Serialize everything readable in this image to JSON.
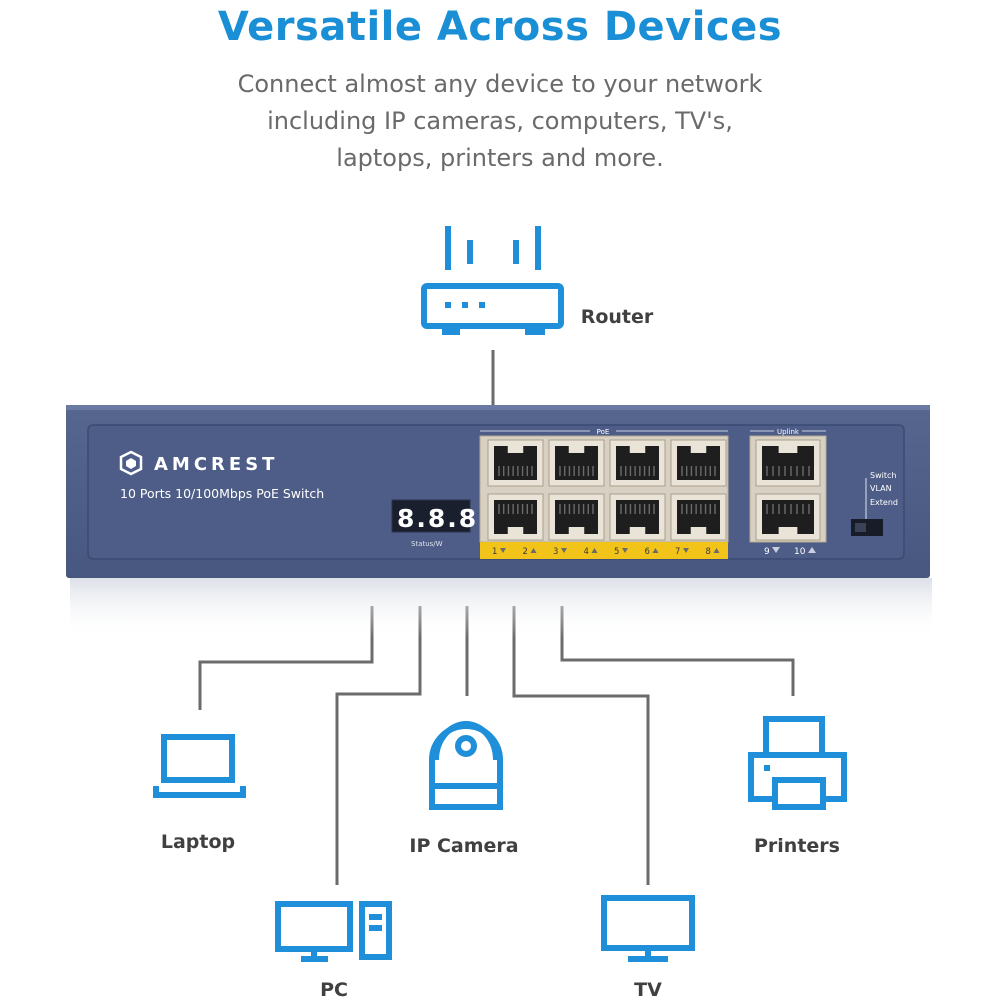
{
  "header": {
    "title": "Versatile Across Devices",
    "subtitle_lines": [
      "Connect almost any device to your network",
      "including IP cameras, computers, TV's,",
      "laptops, printers and more."
    ]
  },
  "switch": {
    "brand": "AMCREST",
    "model": "10 Ports 10/100Mbps PoE Switch",
    "display": "8.8.8.",
    "display_label": "Status/W",
    "poe_label": "PoE",
    "uplink_label": "Uplink",
    "port_numbers": [
      "1",
      "2",
      "3",
      "4",
      "5",
      "6",
      "7",
      "8"
    ],
    "uplink_port_numbers": [
      "9",
      "10"
    ],
    "mode_labels": [
      "Switch",
      "VLAN",
      "Extend"
    ]
  },
  "devices": {
    "router": "Router",
    "laptop": "Laptop",
    "ip_camera": "IP Camera",
    "printers": "Printers",
    "pc": "PC",
    "tv": "TV"
  },
  "colors": {
    "accent": "#1a8fd6",
    "icon": "#1e8fd8",
    "switch_body": "#4b5b86",
    "poe_strip": "#f2c318",
    "connector_line": "#6b6b6b"
  }
}
